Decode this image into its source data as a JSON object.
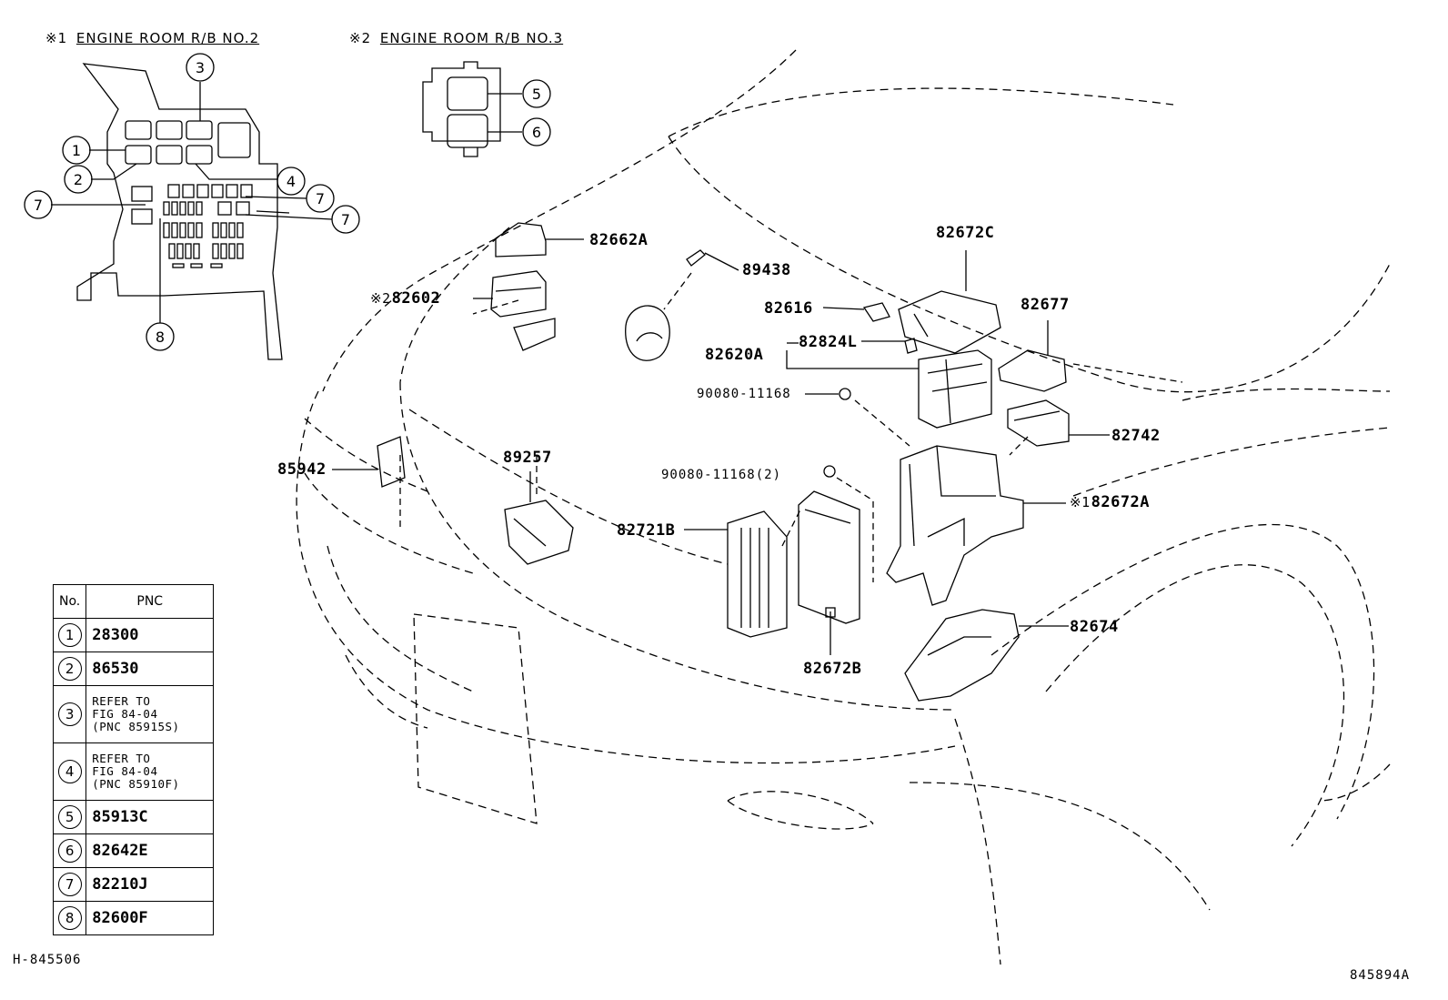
{
  "headers": {
    "rb2": {
      "mark": "※1",
      "title": "ENGINE ROOM R/B NO.2"
    },
    "rb3": {
      "mark": "※2",
      "title": "ENGINE ROOM R/B NO.3"
    }
  },
  "callouts": {
    "c1": "1",
    "c2": "2",
    "c3": "3",
    "c4": "4",
    "c5": "5",
    "c6": "6",
    "c7": "7",
    "c8": "8"
  },
  "labels": {
    "p82662A": "82662A",
    "p89438": "89438",
    "p82602_mark": "※2",
    "p82602": "82602",
    "p82672C": "82672C",
    "p82616": "82616",
    "p82677": "82677",
    "p82620A": "82620A",
    "p82824L": "82824L",
    "p90080a": "90080-11168",
    "p82742": "82742",
    "p85942": "85942",
    "p89257": "89257",
    "p90080b": "90080-11168(2)",
    "p82672A_mark": "※1",
    "p82672A": "82672A",
    "p82721B": "82721B",
    "p82674": "82674",
    "p82672B": "82672B"
  },
  "table": {
    "head_no": "No.",
    "head_pnc": "PNC",
    "rows": [
      {
        "no": "1",
        "pnc": "28300"
      },
      {
        "no": "2",
        "pnc": "86530"
      },
      {
        "no": "3",
        "pnc": "REFER TO\nFIG 84-04\n(PNC 85915S)"
      },
      {
        "no": "4",
        "pnc": "REFER TO\nFIG 84-04\n(PNC 85910F)"
      },
      {
        "no": "5",
        "pnc": "85913C"
      },
      {
        "no": "6",
        "pnc": "82642E"
      },
      {
        "no": "7",
        "pnc": "82210J"
      },
      {
        "no": "8",
        "pnc": "82600F"
      }
    ]
  },
  "footer": {
    "left": "H-845506",
    "right": "845894A"
  }
}
